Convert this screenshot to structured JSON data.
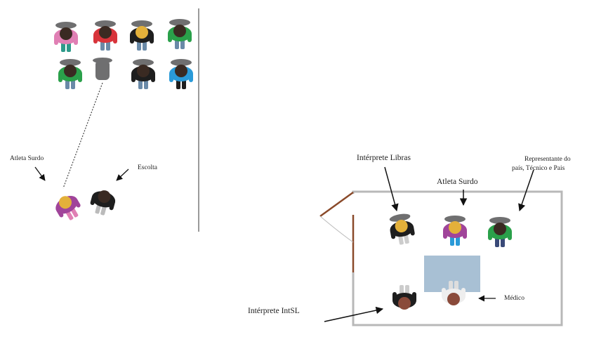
{
  "left_scene": {
    "label_athlete": "Atleta Surdo",
    "label_escort": "Escolta"
  },
  "right_scene": {
    "label_interpreter_libras": "Intérprete Libras",
    "label_athlete": "Atleta Surdo",
    "label_representative_line1": "Representante do",
    "label_representative_line2": "país, Técnico e Pais",
    "label_doctor": "Médico",
    "label_interpreter_intsl": "Intérprete IntSL"
  },
  "colors": {
    "hair_dark": "#3a2a22",
    "hair_blonde": "#e3b03a",
    "chair": "#6f6f70",
    "table": "#a8c0d4",
    "wall": "#b8b8b8",
    "door": "#8a4a2a",
    "pink": "#e07fb4",
    "red": "#d8343b",
    "black": "#1e1e1e",
    "green": "#2aa04a",
    "blue": "#2a9ad8",
    "purple": "#a0449a",
    "teal": "#2e9a8a",
    "navy": "#3a4a78"
  }
}
